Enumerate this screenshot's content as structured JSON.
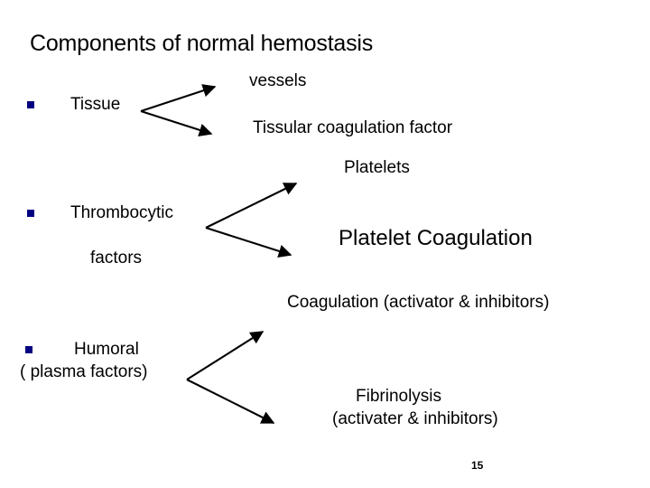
{
  "slide": {
    "title": "Components of normal hemostasis",
    "page_number": "15",
    "bullet_color": "#000080",
    "text_color": "#000000",
    "background_color": "#ffffff",
    "arrow_color": "#000000"
  },
  "groups": [
    {
      "id": "tissue",
      "bullet_icon": "square-bullet",
      "source_label": "Tissue",
      "targets": [
        {
          "label": "vessels"
        },
        {
          "label": "Tissular coagulation factor"
        }
      ]
    },
    {
      "id": "thrombocytic",
      "bullet_icon": "square-bullet",
      "source_label_line1": "Thrombocytic",
      "source_label_line2": "factors",
      "targets": [
        {
          "label": "Platelets"
        },
        {
          "label": "Platelet Coagulation"
        }
      ]
    },
    {
      "id": "humoral",
      "bullet_icon": "square-bullet",
      "source_label_line1": "Humoral",
      "source_label_line2": "( plasma factors)",
      "targets": [
        {
          "label": "Coagulation (activator & inhibitors)"
        },
        {
          "label_line1": "Fibrinolysis",
          "label_line2": "(activater & inhibitors)"
        }
      ]
    }
  ]
}
